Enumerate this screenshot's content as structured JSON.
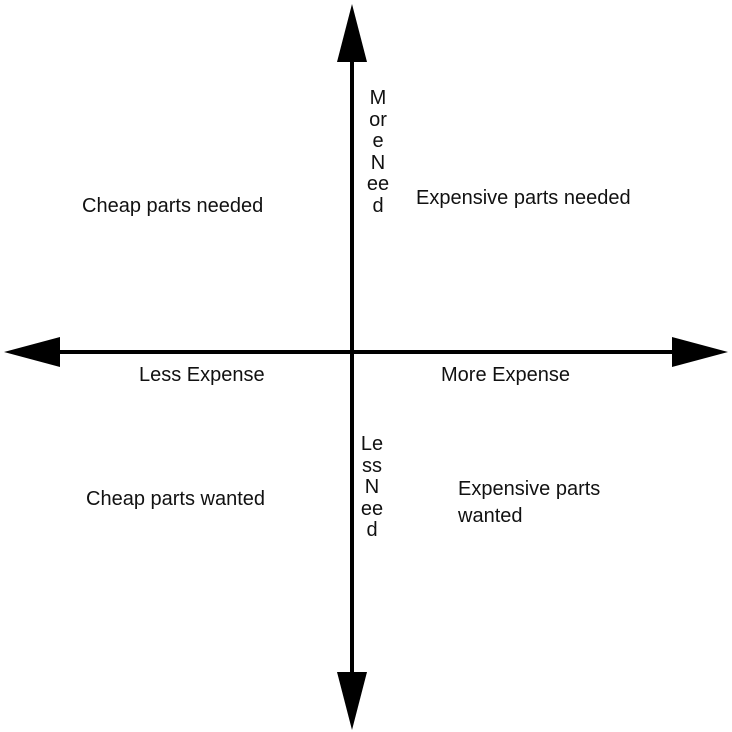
{
  "quadrants": {
    "top_left": "Cheap parts needed",
    "top_right": "Expensive parts needed",
    "bottom_left": "Cheap parts wanted",
    "bottom_right": "Expensive parts wanted"
  },
  "axes": {
    "x_left": "Less Expense",
    "x_right": "More Expense",
    "y_top": "MoreNeed",
    "y_bottom": "LessNeed"
  },
  "colors": {
    "axis": "#000000",
    "text": "#111111",
    "background": "#ffffff"
  }
}
